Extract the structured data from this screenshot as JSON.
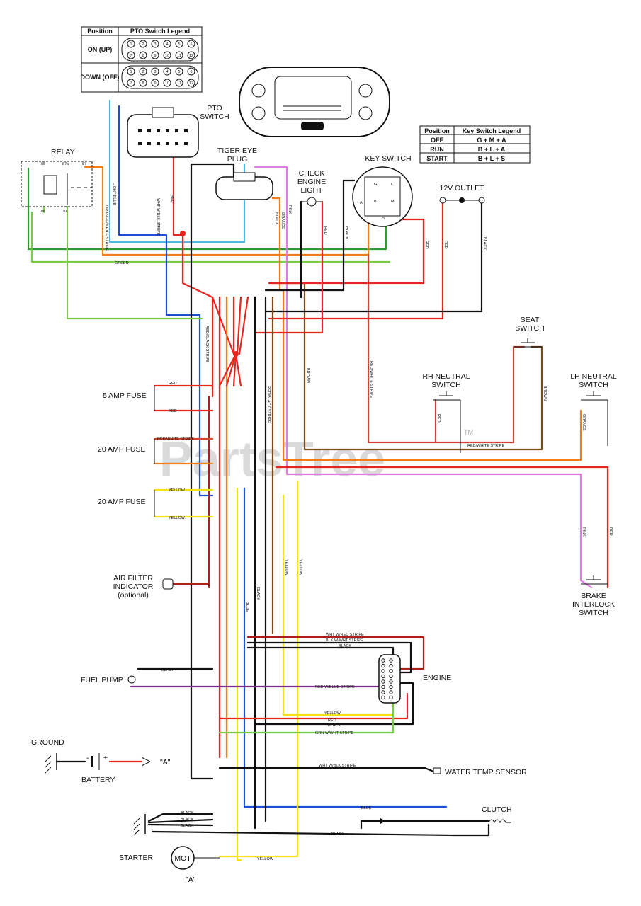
{
  "colors": {
    "red": "#e8241f",
    "black": "#111111",
    "blue": "#1f4fd1",
    "lightblue": "#53b7e6",
    "green": "#2f9a2f",
    "lightgreen": "#77cc44",
    "orange": "#ef7d1a",
    "yellow": "#f3e21a",
    "pink": "#e47ae6",
    "brown": "#7a4a1b",
    "purple": "#7b2a8a",
    "darkred": "#a8221a"
  },
  "pto_legend": {
    "col_position": "Position",
    "col_legend": "PTO Switch Legend",
    "on": "ON (UP)",
    "off": "DOWN (OFF)",
    "pins_top": [
      "1",
      "2",
      "3",
      "4",
      "5",
      "6"
    ],
    "pins_bottom": [
      "7",
      "8",
      "9",
      "10",
      "11",
      "12"
    ]
  },
  "key_legend": {
    "col_position": "Position",
    "col_legend": "Key Switch Legend",
    "rows": [
      {
        "pos": "OFF",
        "val": "G + M + A"
      },
      {
        "pos": "RUN",
        "val": "B + L + A"
      },
      {
        "pos": "START",
        "val": "B + L + S"
      }
    ]
  },
  "labels": {
    "relay": "RELAY",
    "relay_85": "85",
    "relay_87a": "87a",
    "relay_87": "87",
    "relay_86": "86",
    "relay_30": "30",
    "pto_switch_1": "PTO",
    "pto_switch_2": "SWITCH",
    "tiger_eye_1": "TIGER EYE",
    "tiger_eye_2": "PLUG",
    "check_engine_1": "CHECK",
    "check_engine_2": "ENGINE",
    "check_engine_3": "LIGHT",
    "key_switch": "KEY SWITCH",
    "outlet_12v": "12V OUTLET",
    "seat_switch_1": "SEAT",
    "seat_switch_2": "SWITCH",
    "rh_neutral_1": "RH NEUTRAL",
    "rh_neutral_2": "SWITCH",
    "lh_neutral_1": "LH NEUTRAL",
    "lh_neutral_2": "SWITCH",
    "fuse_5a": "5 AMP FUSE",
    "fuse_20a_1": "20 AMP FUSE",
    "fuse_20a_2": "20 AMP FUSE",
    "air_filter_1": "AIR FILTER",
    "air_filter_2": "INDICATOR",
    "air_filter_3": "(optional)",
    "brake_1": "BRAKE",
    "brake_2": "INTERLOCK",
    "brake_3": "SWITCH",
    "engine": "ENGINE",
    "fuel_pump": "FUEL PUMP",
    "ground": "GROUND",
    "battery": "BATTERY",
    "battery_minus": "-",
    "battery_plus": "+",
    "point_a": "\"A\"",
    "water_temp": "WATER TEMP SENSOR",
    "clutch": "CLUTCH",
    "starter": "STARTER",
    "mot": "MOT",
    "key_g": "G",
    "key_l": "L",
    "key_b": "B",
    "key_m": "M",
    "key_a": "A",
    "key_s": "S",
    "watermark": "PartsTree",
    "trademark": "TM"
  },
  "wire_labels": {
    "green": "GREEN",
    "light_blue": "LIGHT BLUE",
    "orange_white": "ORANGE/WHITE STRIPE",
    "red": "RED",
    "black": "BLACK",
    "pink": "PINK",
    "orange": "ORANGE",
    "brown": "BROWN",
    "yellow": "YELLOW",
    "blue": "BLUE",
    "red_white": "RED/WHITE STRIPE",
    "red_black": "RED/BLACK STRIPE",
    "red_blue": "RED W/BLUE STRIPE",
    "white_red": "WHT W/RED STRIPE",
    "blk_white": "BLK W/WHT STRIPE",
    "grn_white": "GRN W/WHT STRIPE",
    "wht_blk": "WHT W/BLK STRIPE",
    "wht_blk_stripe": "WHT W/BLK STRIPE"
  }
}
